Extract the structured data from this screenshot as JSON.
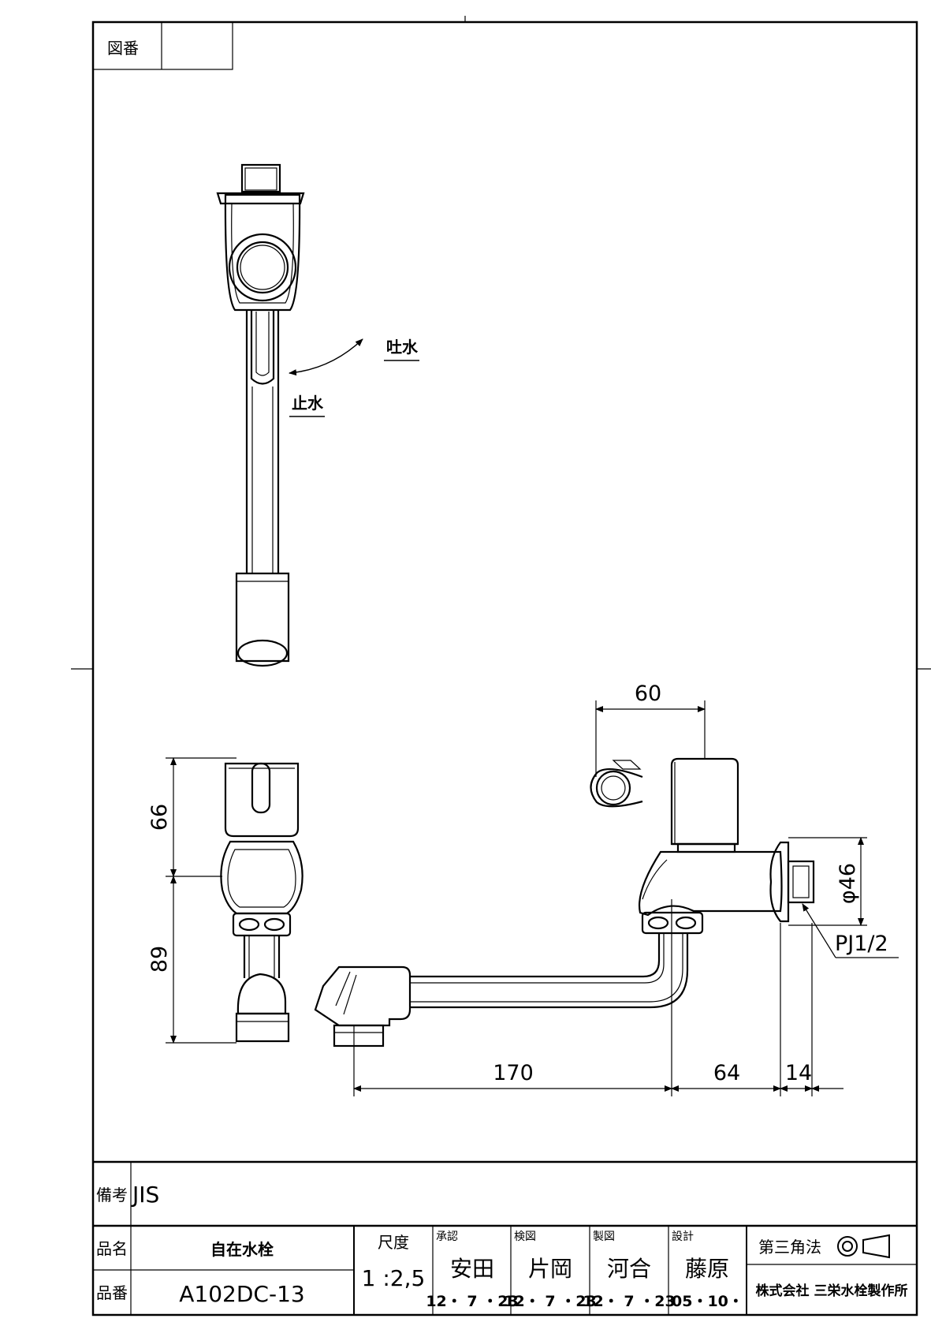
{
  "sheet": {
    "drawing_number_label": "図番",
    "drawing_number_value": ""
  },
  "notes": {
    "water_on": "吐水",
    "water_off": "止水"
  },
  "dimensions": {
    "spout_height": "60",
    "handle_height": "66",
    "body_height": "89",
    "flange_diameter": "φ46",
    "thread": "PJ1/2",
    "spout_length": "170",
    "body_depth": "64",
    "flange_depth": "14"
  },
  "title_block": {
    "remarks_label": "備考",
    "remarks_value": "JIS",
    "product_name_label": "品名",
    "product_name_value": "自在水栓",
    "product_number_label": "品番",
    "product_number_value": "A102DC-13",
    "scale_label": "尺度",
    "scale_value": "1 :2,5",
    "approved_label": "承認",
    "approved_name": "安田",
    "approved_date": "12・ 7 ・23",
    "checked_label": "検図",
    "checked_name": "片岡",
    "checked_date": "12・ 7 ・23",
    "drawn_label": "製図",
    "drawn_name": "河合",
    "drawn_date": "12・ 7 ・23",
    "designed_label": "設計",
    "designed_name": "藤原",
    "designed_date": "05・10・",
    "projection_label": "第三角法",
    "company": "株式会社 三栄水栓製作所"
  }
}
